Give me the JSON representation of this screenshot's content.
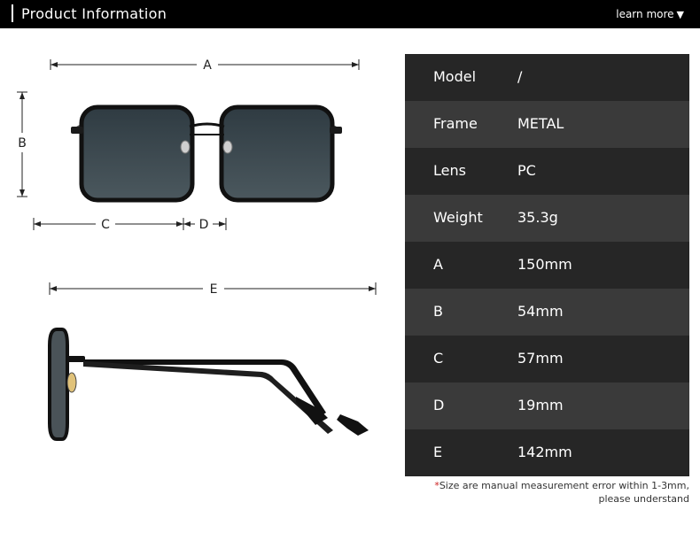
{
  "header": {
    "title": "Product Information",
    "more_label": "learn more",
    "more_icon": "triangle-down-icon"
  },
  "dimensions": {
    "a": "A",
    "b": "B",
    "c": "C",
    "d": "D",
    "e": "E"
  },
  "specs": [
    {
      "label": "Model",
      "value": "/"
    },
    {
      "label": "Frame",
      "value": "METAL"
    },
    {
      "label": "Lens",
      "value": "PC"
    },
    {
      "label": "Weight",
      "value": "35.3g"
    },
    {
      "label": "A",
      "value": "150mm"
    },
    {
      "label": "B",
      "value": "54mm"
    },
    {
      "label": "C",
      "value": "57mm"
    },
    {
      "label": "D",
      "value": "19mm"
    },
    {
      "label": "E",
      "value": "142mm"
    }
  ],
  "footnote": {
    "star": "*",
    "line1": "Size are manual measurement error within 1-3mm,",
    "line2": "please understand"
  },
  "colors": {
    "header_bg": "#000000",
    "row_dark": "#262626",
    "row_light": "#3a3a3a",
    "lens": "#3d4a50"
  }
}
